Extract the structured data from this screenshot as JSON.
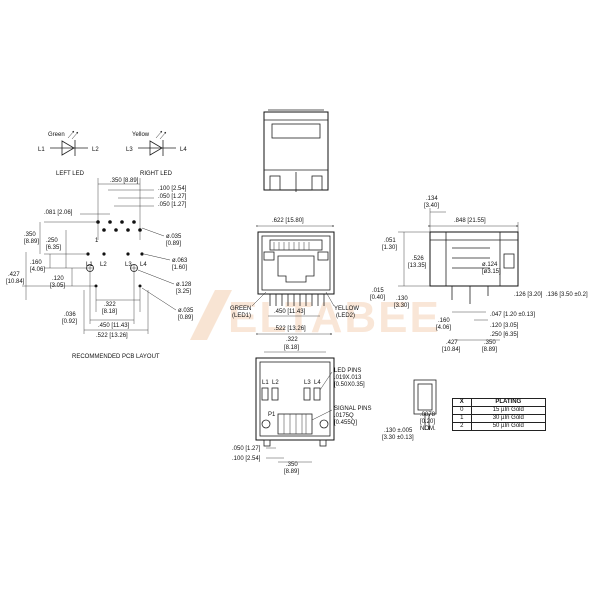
{
  "led_left": {
    "label_top": "Green",
    "pin_a": "L1",
    "pin_b": "L2",
    "caption": "LEFT LED"
  },
  "led_right": {
    "label_top": "Yellow",
    "pin_a": "L3",
    "pin_b": "L4",
    "caption": "RIGHT LED"
  },
  "pcb": {
    "caption": "RECOMMENDED PCB LAYOUT",
    "dims": {
      "d350_889": ".350 [8.89]",
      "d100_254": ".100 [2.54]",
      "d050_127a": ".050 [1.27]",
      "d050_127b": ".050 [1.27]",
      "d081_206": ".081 [2.06]",
      "d350": ".350",
      "d889": "[8.89]",
      "d250": ".250",
      "d635": "[6.35]",
      "d160": ".160",
      "d406": "[4.06]",
      "d427": ".427",
      "d1084": "[10.84]",
      "d120": ".120",
      "d305": "[3.05]",
      "d322": ".322",
      "d818": "[8.18]",
      "d036": ".036",
      "d092": "[0.92]",
      "d450": ".450 [11.43]",
      "d522": ".522 [13.26]",
      "dia035a": "ø.035",
      "dia089a": "[0.89]",
      "dia063": "ø.063",
      "dia160": "[1.60]",
      "dia128": "ø.128",
      "dia325": "[3.25]",
      "dia035b": "ø.035",
      "dia089b": "[0.89]"
    },
    "pins": {
      "p1": "1",
      "l1": "L1",
      "l2": "L2",
      "l3": "L3",
      "l4": "L4"
    }
  },
  "front": {
    "top_dim": ".622 [15.80]",
    "green_label": "GREEN",
    "led1": "(LED1)",
    "yellow_label": "YELLOW",
    "led2": "(LED2)",
    "width_dim": ".450 [11.43]"
  },
  "bottom": {
    "top_dim": ".522 [13.26]",
    "d322": ".322",
    "d818": "[8.18]",
    "led_pins": "LED PINS",
    "led_pins_size": ".019X.013",
    "led_pins_mm": "[0.50X0.35]",
    "signal_pins": "SIGNAL PINS",
    "signal_pins_size": ".0175Q",
    "signal_pins_mm": "[0.455Q]",
    "d050": ".050 [1.27]",
    "d100": ".100 [2.54]",
    "d350": ".350",
    "d889": "[8.89]",
    "pin1": "P1",
    "pl1": "L1",
    "pl2": "L2",
    "pl3": "L3",
    "pl4": "L4"
  },
  "side": {
    "d134": ".134",
    "d340": "[3.40]",
    "d848": ".848 [21.55]",
    "d051": ".051",
    "d130": "[1.30]",
    "d526": ".526",
    "d1335": "[13.35]",
    "dia124": "ø.124",
    "dia315": "[ø3.15]",
    "d015": ".015",
    "d040": "[0.40]",
    "d130b": ".130",
    "d330": "[3.30]",
    "d126": ".126 [3.20]",
    "d136": ".136 [3.50 ±0.2]",
    "d047": ".047 [1.20 ±0.13]",
    "d160": ".160",
    "d406": "[4.06]",
    "d120": ".120 [3.05]",
    "d250": ".250 [6.35]",
    "d427": ".427",
    "d1084": "[10.84]",
    "d350": ".350",
    "d889": "[8.89]"
  },
  "pin_detail": {
    "d130": ".130 ±.005",
    "d330": "[3.30 ±0.13]",
    "d0078": ".0078",
    "d020": "[0.20]",
    "nom": "NOM."
  },
  "plating": {
    "headers": [
      "X",
      "PLATING"
    ],
    "rows": [
      [
        "0",
        "15 µIn Gold"
      ],
      [
        "1",
        "30 µIn Gold"
      ],
      [
        "2",
        "50 µIn Gold"
      ]
    ]
  },
  "watermark": "ELTABEE"
}
